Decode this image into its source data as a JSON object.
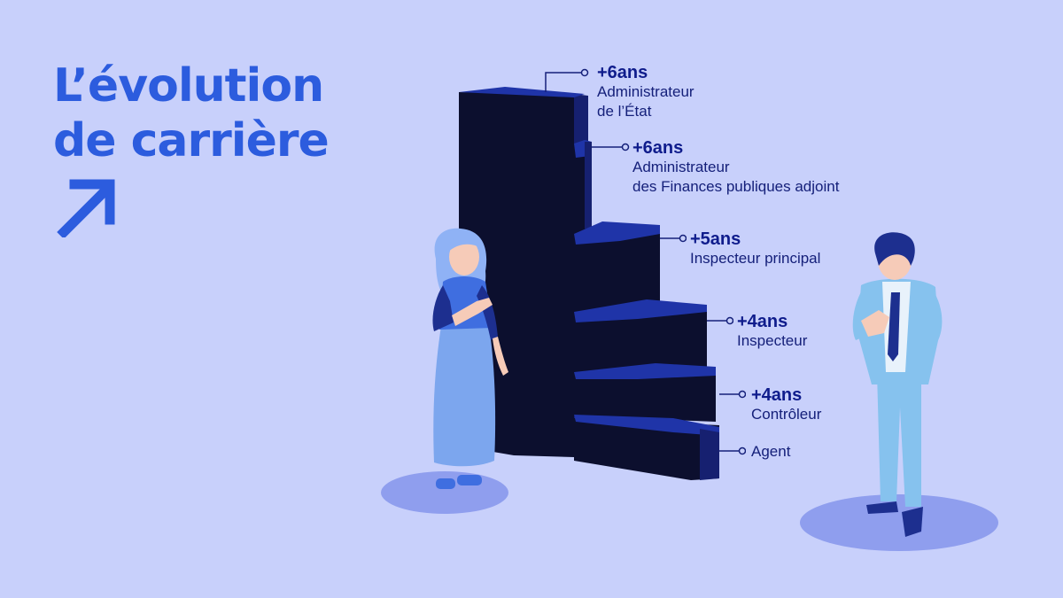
{
  "colors": {
    "background": "#c8d0fb",
    "accent": "#2c5cde",
    "title": "#2c5cde",
    "duration_text": "#0f1c8c",
    "role_text": "#15207a",
    "stair_dark": "#0c0f2e",
    "stair_top": "#1f34a8",
    "stair_side": "#162070",
    "platform": "#8f9eee",
    "woman_dress": "#7ca6ee",
    "woman_top": "#3f6ee0",
    "woman_sleeve": "#1d2f8f",
    "woman_hair": "#8fb2f5",
    "man_suit": "#86c2ee",
    "man_hair": "#1d2f8f",
    "man_tie": "#1d2f8f",
    "skin": "#f6cbb8"
  },
  "title": {
    "line1": "L’évolution",
    "line2": "de carrière",
    "icon": "arrow-up-right-icon"
  },
  "career_steps": [
    {
      "id": "administrateur-etat",
      "duration": "+6ans",
      "role": "Administrateur\nde l’État"
    },
    {
      "id": "administrateur-adjoint",
      "duration": "+6ans",
      "role": "Administrateur\ndes Finances publiques adjoint"
    },
    {
      "id": "inspecteur-principal",
      "duration": "+5ans",
      "role": "Inspecteur principal"
    },
    {
      "id": "inspecteur",
      "duration": "+4ans",
      "role": "Inspecteur"
    },
    {
      "id": "controleur",
      "duration": "+4ans",
      "role": "Contrôleur"
    },
    {
      "id": "agent",
      "duration": "",
      "role": "Agent"
    }
  ]
}
